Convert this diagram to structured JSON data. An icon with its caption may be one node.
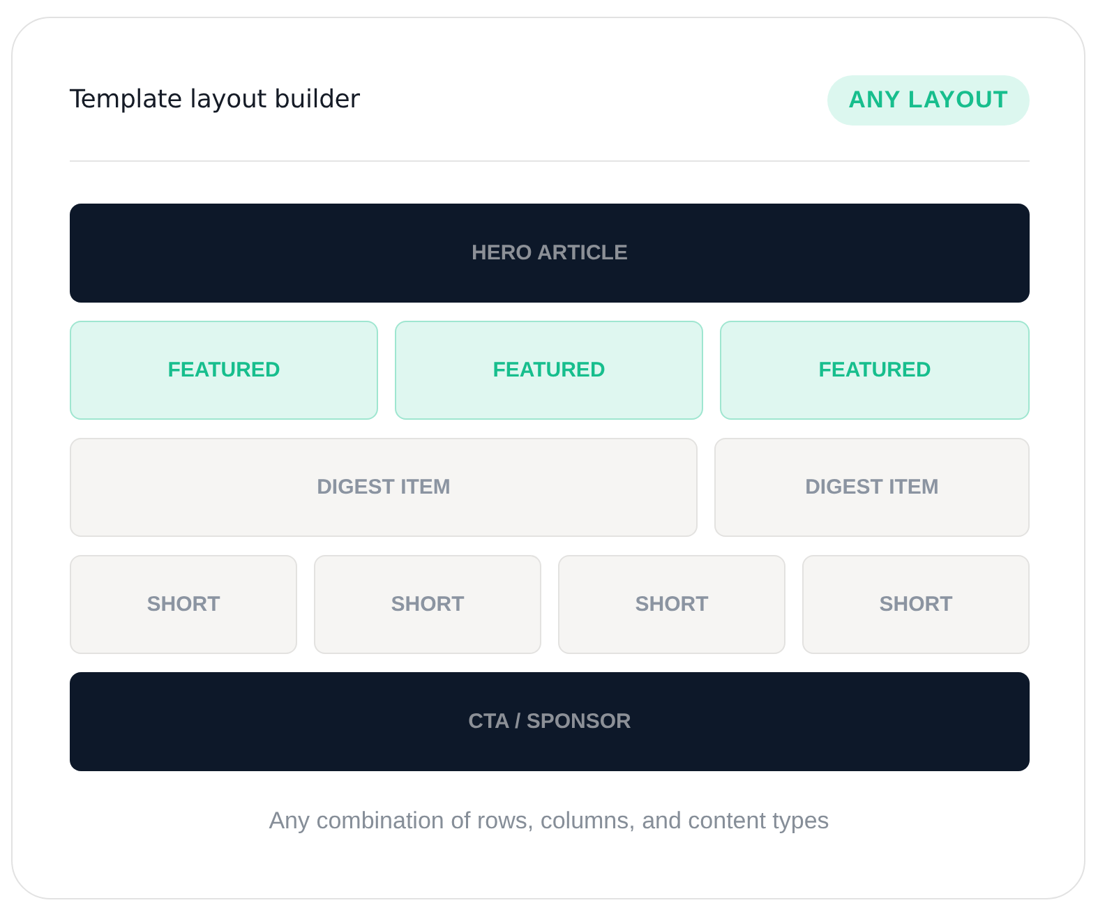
{
  "diagram": {
    "title": "Template layout builder",
    "caption": "Any combination of rows, columns, and content types",
    "nodes": [
      {
        "text": [
          "ANY LAYOUT"
        ]
      },
      {
        "text": [
          "HERO ARTICLE"
        ]
      },
      {
        "text": [
          "FEATURED"
        ]
      },
      {
        "text": [
          "FEATURED"
        ]
      },
      {
        "text": [
          "FEATURED"
        ]
      },
      {
        "text": [
          "DIGEST ITEM"
        ]
      },
      {
        "text": [
          "DIGEST ITEM"
        ]
      },
      {
        "text": [
          "SHORT"
        ]
      },
      {
        "text": [
          "SHORT"
        ]
      },
      {
        "text": [
          "SHORT"
        ]
      },
      {
        "text": [
          "SHORT"
        ]
      },
      {
        "text": [
          "CTA / SPONSOR"
        ]
      }
    ]
  }
}
